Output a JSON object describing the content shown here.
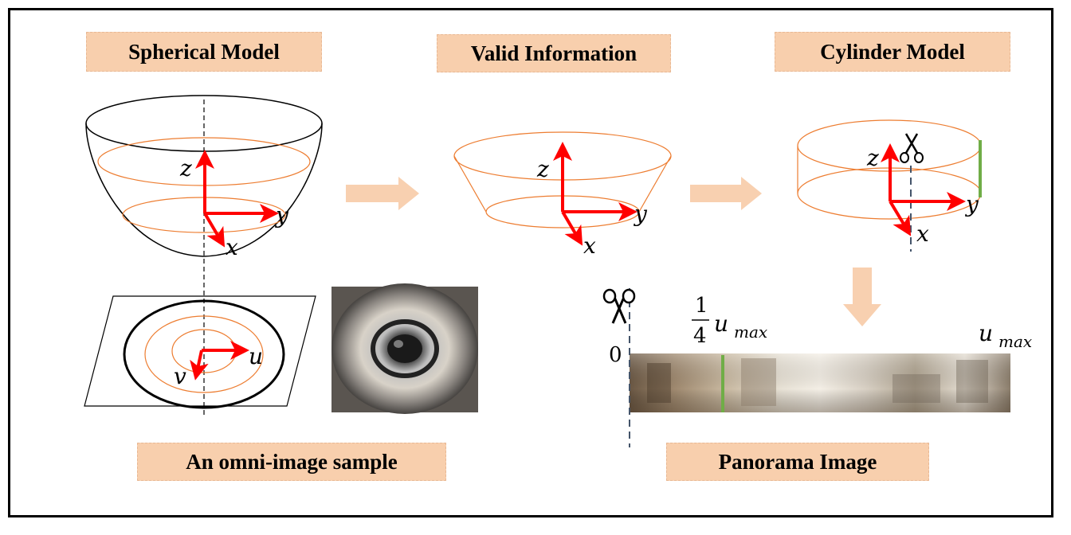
{
  "labels": {
    "spherical_model": "Spherical Model",
    "valid_information": "Valid Information",
    "cylinder_model": "Cylinder Model",
    "omni_sample": "An omni-image sample",
    "panorama_image": "Panorama Image"
  },
  "axes": {
    "x": "x",
    "y": "y",
    "z": "z",
    "u": "u",
    "v": "v"
  },
  "panorama_marks": {
    "zero": "0",
    "frac_num": "1",
    "frac_den": "4",
    "u": "u",
    "max": "max"
  },
  "colors": {
    "label_fill": "#f8cfad",
    "arrow_fill": "#f8d0b0",
    "axis_red": "#ff0000",
    "ellipse_orange": "#ed7d31",
    "cut_green": "#70ad47"
  },
  "icons": {
    "scissors": "scissors-icon"
  }
}
